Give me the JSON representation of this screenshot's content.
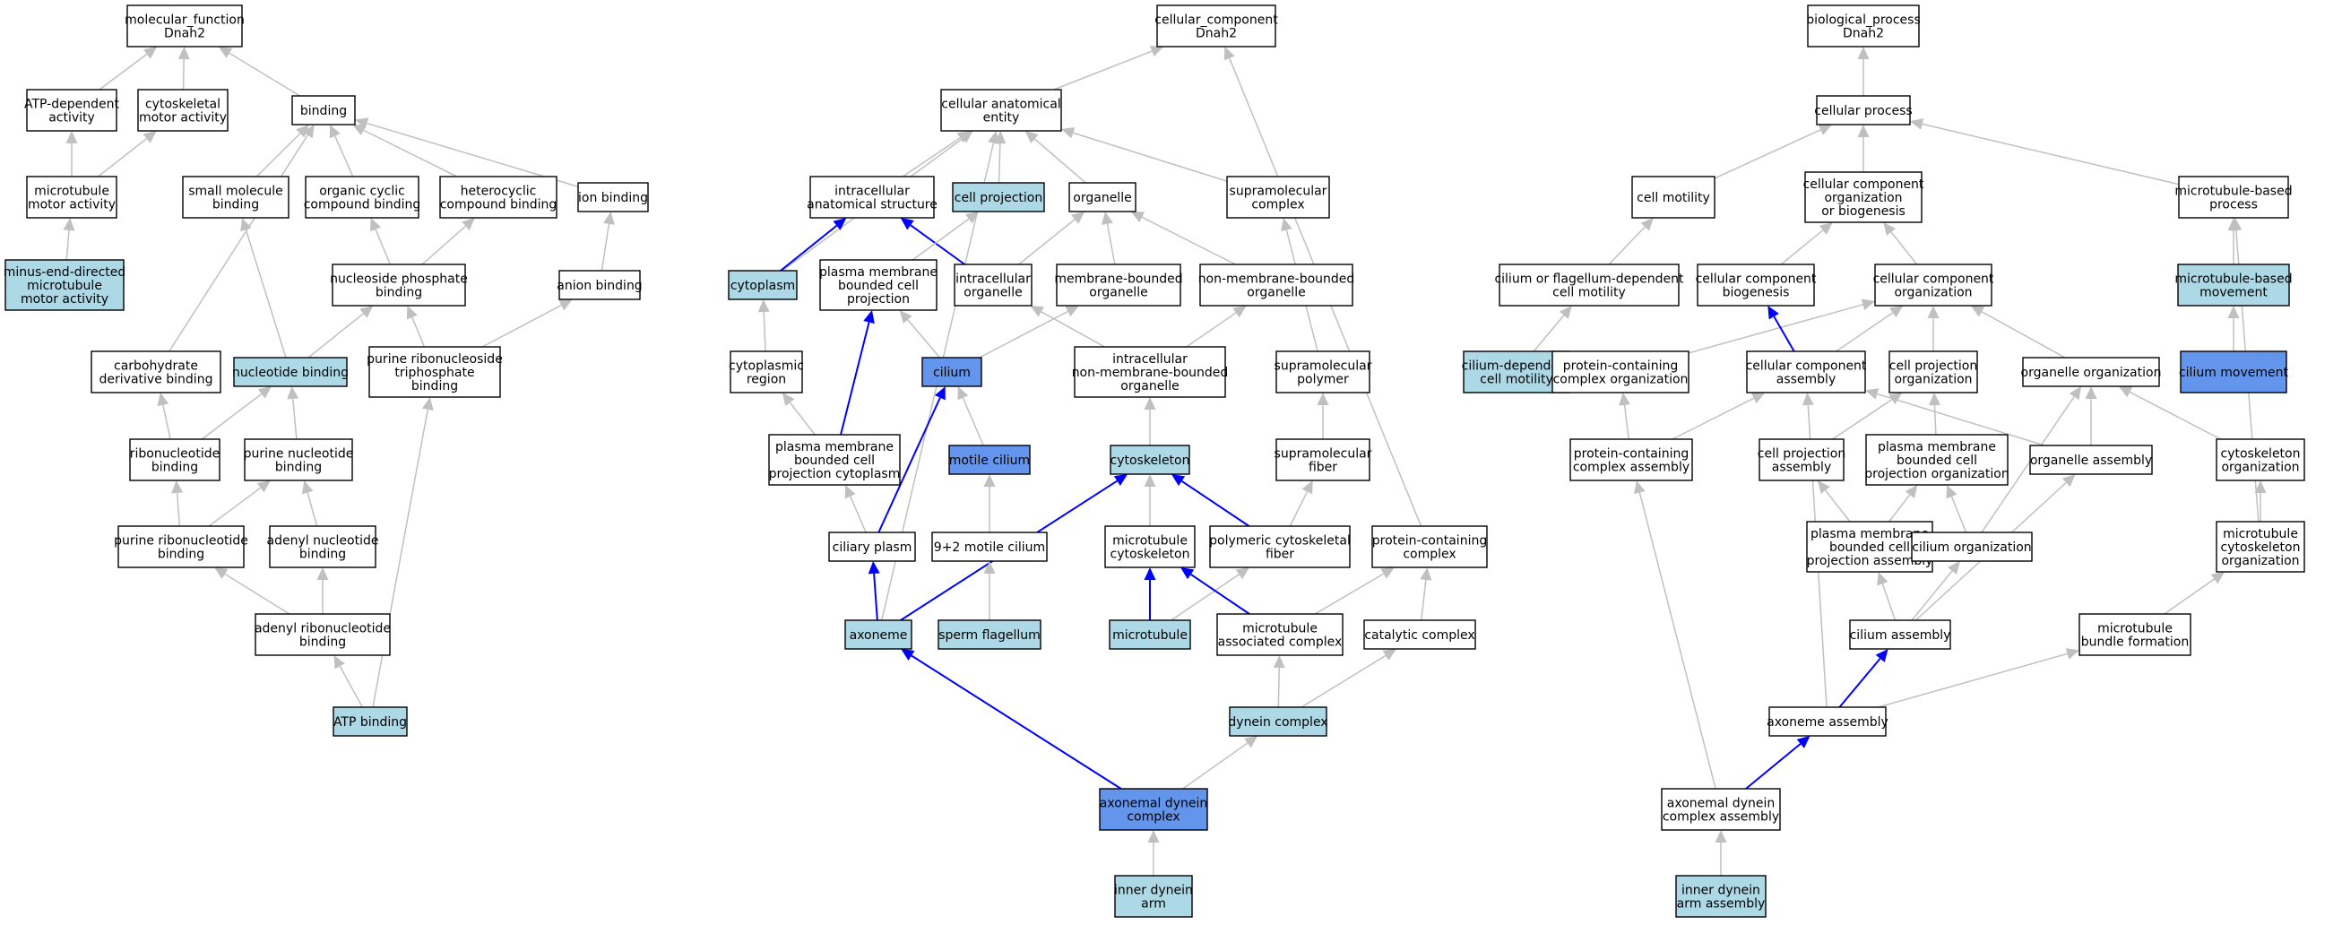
{
  "colors": {
    "plain": "#ffffff",
    "light": "#add8e6",
    "dark": "#6495ed",
    "edge_gray": "#c0c0c0",
    "edge_blue": "#0000ff"
  },
  "nodes": [
    {
      "id": "mf",
      "lines": [
        "molecular_function",
        "Dnah2"
      ],
      "fill": "plain"
    },
    {
      "id": "atpdep",
      "lines": [
        "ATP-dependent",
        "activity"
      ],
      "fill": "plain"
    },
    {
      "id": "cytmotor",
      "lines": [
        "cytoskeletal",
        "motor activity"
      ],
      "fill": "plain"
    },
    {
      "id": "binding",
      "lines": [
        "binding"
      ],
      "fill": "plain"
    },
    {
      "id": "mtmotor",
      "lines": [
        "microtubule",
        "motor activity"
      ],
      "fill": "plain"
    },
    {
      "id": "smallmol",
      "lines": [
        "small molecule",
        "binding"
      ],
      "fill": "plain"
    },
    {
      "id": "orgcyc",
      "lines": [
        "organic cyclic",
        "compound binding"
      ],
      "fill": "plain"
    },
    {
      "id": "hetcyc",
      "lines": [
        "heterocyclic",
        "compound binding"
      ],
      "fill": "plain"
    },
    {
      "id": "ionb",
      "lines": [
        "ion binding"
      ],
      "fill": "plain"
    },
    {
      "id": "minus",
      "lines": [
        "minus-end-directed",
        "microtubule",
        "motor activity"
      ],
      "fill": "light"
    },
    {
      "id": "nucphos",
      "lines": [
        "nucleoside phosphate",
        "binding"
      ],
      "fill": "plain"
    },
    {
      "id": "anion",
      "lines": [
        "anion binding"
      ],
      "fill": "plain"
    },
    {
      "id": "carbo",
      "lines": [
        "carbohydrate",
        "derivative binding"
      ],
      "fill": "plain"
    },
    {
      "id": "nucb",
      "lines": [
        "nucleotide binding"
      ],
      "fill": "light"
    },
    {
      "id": "purtri",
      "lines": [
        "purine ribonucleoside",
        "triphosphate",
        "binding"
      ],
      "fill": "plain"
    },
    {
      "id": "ribonuc",
      "lines": [
        "ribonucleotide",
        "binding"
      ],
      "fill": "plain"
    },
    {
      "id": "purnuc",
      "lines": [
        "purine nucleotide",
        "binding"
      ],
      "fill": "plain"
    },
    {
      "id": "purribo",
      "lines": [
        "purine ribonucleotide",
        "binding"
      ],
      "fill": "plain"
    },
    {
      "id": "adenyl",
      "lines": [
        "adenyl nucleotide",
        "binding"
      ],
      "fill": "plain"
    },
    {
      "id": "adribo",
      "lines": [
        "adenyl ribonucleotide",
        "binding"
      ],
      "fill": "plain"
    },
    {
      "id": "atpb",
      "lines": [
        "ATP binding"
      ],
      "fill": "light"
    },
    {
      "id": "cc",
      "lines": [
        "cellular_component",
        "Dnah2"
      ],
      "fill": "plain"
    },
    {
      "id": "cae",
      "lines": [
        "cellular anatomical",
        "entity"
      ],
      "fill": "plain"
    },
    {
      "id": "ias",
      "lines": [
        "intracellular",
        "anatomical structure"
      ],
      "fill": "plain"
    },
    {
      "id": "cproj",
      "lines": [
        "cell projection"
      ],
      "fill": "light"
    },
    {
      "id": "organelle",
      "lines": [
        "organelle"
      ],
      "fill": "plain"
    },
    {
      "id": "supracx",
      "lines": [
        "supramolecular",
        "complex"
      ],
      "fill": "plain"
    },
    {
      "id": "cytoplasm",
      "lines": [
        "cytoplasm"
      ],
      "fill": "light"
    },
    {
      "id": "pmbcp",
      "lines": [
        "plasma membrane",
        "bounded cell",
        "projection"
      ],
      "fill": "plain"
    },
    {
      "id": "icorg",
      "lines": [
        "intracellular",
        "organelle"
      ],
      "fill": "plain"
    },
    {
      "id": "mborg",
      "lines": [
        "membrane-bounded",
        "organelle"
      ],
      "fill": "plain"
    },
    {
      "id": "nmborg",
      "lines": [
        "non-membrane-bounded",
        "organelle"
      ],
      "fill": "plain"
    },
    {
      "id": "cyreg",
      "lines": [
        "cytoplasmic",
        "region"
      ],
      "fill": "plain"
    },
    {
      "id": "cilium",
      "lines": [
        "cilium"
      ],
      "fill": "dark"
    },
    {
      "id": "icnmb",
      "lines": [
        "intracellular",
        "non-membrane-bounded",
        "organelle"
      ],
      "fill": "plain"
    },
    {
      "id": "supapoly",
      "lines": [
        "supramolecular",
        "polymer"
      ],
      "fill": "plain"
    },
    {
      "id": "pmbcpc",
      "lines": [
        "plasma membrane",
        "bounded cell",
        "projection cytoplasm"
      ],
      "fill": "plain"
    },
    {
      "id": "motile",
      "lines": [
        "motile cilium"
      ],
      "fill": "dark"
    },
    {
      "id": "cytoskel",
      "lines": [
        "cytoskeleton"
      ],
      "fill": "light"
    },
    {
      "id": "supafib",
      "lines": [
        "supramolecular",
        "fiber"
      ],
      "fill": "plain"
    },
    {
      "id": "ciliary",
      "lines": [
        "ciliary plasm"
      ],
      "fill": "plain"
    },
    {
      "id": "ninetwo",
      "lines": [
        "9+2 motile cilium"
      ],
      "fill": "plain"
    },
    {
      "id": "mtcyto",
      "lines": [
        "microtubule",
        "cytoskeleton"
      ],
      "fill": "plain"
    },
    {
      "id": "polycyto",
      "lines": [
        "polymeric cytoskeletal",
        "fiber"
      ],
      "fill": "plain"
    },
    {
      "id": "protcx",
      "lines": [
        "protein-containing",
        "complex"
      ],
      "fill": "plain"
    },
    {
      "id": "axoneme",
      "lines": [
        "axoneme"
      ],
      "fill": "light"
    },
    {
      "id": "sperm",
      "lines": [
        "sperm flagellum"
      ],
      "fill": "light"
    },
    {
      "id": "mt",
      "lines": [
        "microtubule"
      ],
      "fill": "light"
    },
    {
      "id": "mtassoc",
      "lines": [
        "microtubule",
        "associated complex"
      ],
      "fill": "plain"
    },
    {
      "id": "catcx",
      "lines": [
        "catalytic complex"
      ],
      "fill": "plain"
    },
    {
      "id": "dyncx",
      "lines": [
        "dynein complex"
      ],
      "fill": "light"
    },
    {
      "id": "axdyn",
      "lines": [
        "axonemal dynein",
        "complex"
      ],
      "fill": "dark"
    },
    {
      "id": "innerarm",
      "lines": [
        "inner dynein",
        "arm"
      ],
      "fill": "light"
    },
    {
      "id": "bp",
      "lines": [
        "biological_process",
        "Dnah2"
      ],
      "fill": "plain"
    },
    {
      "id": "cellproc",
      "lines": [
        "cellular process"
      ],
      "fill": "plain"
    },
    {
      "id": "motility",
      "lines": [
        "cell motility"
      ],
      "fill": "plain"
    },
    {
      "id": "ccob",
      "lines": [
        "cellular component",
        "organization",
        "or biogenesis"
      ],
      "fill": "plain"
    },
    {
      "id": "mtbased",
      "lines": [
        "microtubule-based",
        "process"
      ],
      "fill": "plain"
    },
    {
      "id": "cflag",
      "lines": [
        "cilium or flagellum-dependent",
        "cell motility"
      ],
      "fill": "plain"
    },
    {
      "id": "ccbio",
      "lines": [
        "cellular component",
        "biogenesis"
      ],
      "fill": "plain"
    },
    {
      "id": "ccorg",
      "lines": [
        "cellular component",
        "organization"
      ],
      "fill": "plain"
    },
    {
      "id": "mtmove",
      "lines": [
        "microtubule-based",
        "movement"
      ],
      "fill": "light"
    },
    {
      "id": "cdep",
      "lines": [
        "cilium-dependent",
        "cell motility"
      ],
      "fill": "light"
    },
    {
      "id": "pcorg",
      "lines": [
        "protein-containing",
        "complex organization"
      ],
      "fill": "plain"
    },
    {
      "id": "ccasm",
      "lines": [
        "cellular component",
        "assembly"
      ],
      "fill": "plain"
    },
    {
      "id": "cporg",
      "lines": [
        "cell projection",
        "organization"
      ],
      "fill": "plain"
    },
    {
      "id": "orgorg",
      "lines": [
        "organelle organization"
      ],
      "fill": "plain"
    },
    {
      "id": "cmove",
      "lines": [
        "cilium movement"
      ],
      "fill": "dark"
    },
    {
      "id": "pcasm",
      "lines": [
        "protein-containing",
        "complex assembly"
      ],
      "fill": "plain"
    },
    {
      "id": "cpasm",
      "lines": [
        "cell projection",
        "assembly"
      ],
      "fill": "plain"
    },
    {
      "id": "pmbcpo",
      "lines": [
        "plasma membrane",
        "bounded cell",
        "projection organization"
      ],
      "fill": "plain"
    },
    {
      "id": "orgasm",
      "lines": [
        "organelle assembly"
      ],
      "fill": "plain"
    },
    {
      "id": "csorg",
      "lines": [
        "cytoskeleton",
        "organization"
      ],
      "fill": "plain"
    },
    {
      "id": "pmbcpa",
      "lines": [
        "plasma membrane",
        "bounded cell",
        "projection assembly"
      ],
      "fill": "plain"
    },
    {
      "id": "cilorg",
      "lines": [
        "cilium organization"
      ],
      "fill": "plain"
    },
    {
      "id": "mtcsorg",
      "lines": [
        "microtubule",
        "cytoskeleton",
        "organization"
      ],
      "fill": "plain"
    },
    {
      "id": "cilasm",
      "lines": [
        "cilium assembly"
      ],
      "fill": "plain"
    },
    {
      "id": "mtbundle",
      "lines": [
        "microtubule",
        "bundle formation"
      ],
      "fill": "plain"
    },
    {
      "id": "axasm",
      "lines": [
        "axoneme assembly"
      ],
      "fill": "plain"
    },
    {
      "id": "axdynasm",
      "lines": [
        "axonemal dynein",
        "complex assembly"
      ],
      "fill": "plain"
    },
    {
      "id": "innerasm",
      "lines": [
        "inner dynein",
        "arm assembly"
      ],
      "fill": "light"
    }
  ],
  "edges": [
    {
      "from": "atpdep",
      "to": "mf"
    },
    {
      "from": "cytmotor",
      "to": "mf"
    },
    {
      "from": "binding",
      "to": "mf"
    },
    {
      "from": "mtmotor",
      "to": "atpdep"
    },
    {
      "from": "mtmotor",
      "to": "cytmotor"
    },
    {
      "from": "minus",
      "to": "mtmotor"
    },
    {
      "from": "smallmol",
      "to": "binding"
    },
    {
      "from": "orgcyc",
      "to": "binding"
    },
    {
      "from": "hetcyc",
      "to": "binding"
    },
    {
      "from": "ionb",
      "to": "binding"
    },
    {
      "from": "carbo",
      "to": "binding"
    },
    {
      "from": "nucphos",
      "to": "orgcyc"
    },
    {
      "from": "nucphos",
      "to": "hetcyc"
    },
    {
      "from": "anion",
      "to": "ionb"
    },
    {
      "from": "nucb",
      "to": "smallmol"
    },
    {
      "from": "nucb",
      "to": "nucphos"
    },
    {
      "from": "purtri",
      "to": "nucphos"
    },
    {
      "from": "purtri",
      "to": "anion"
    },
    {
      "from": "ribonuc",
      "to": "carbo"
    },
    {
      "from": "ribonuc",
      "to": "nucb"
    },
    {
      "from": "purnuc",
      "to": "nucb"
    },
    {
      "from": "purribo",
      "to": "ribonuc"
    },
    {
      "from": "purribo",
      "to": "purnuc"
    },
    {
      "from": "adenyl",
      "to": "purnuc"
    },
    {
      "from": "adribo",
      "to": "purribo"
    },
    {
      "from": "adribo",
      "to": "adenyl"
    },
    {
      "from": "atpb",
      "to": "adribo"
    },
    {
      "from": "atpb",
      "to": "purtri"
    },
    {
      "from": "cae",
      "to": "cc"
    },
    {
      "from": "protcx",
      "to": "cc"
    },
    {
      "from": "ias",
      "to": "cae"
    },
    {
      "from": "cproj",
      "to": "cae"
    },
    {
      "from": "organelle",
      "to": "cae"
    },
    {
      "from": "supracx",
      "to": "cae"
    },
    {
      "from": "cytoplasm",
      "to": "cae"
    },
    {
      "from": "axoneme",
      "to": "cae"
    },
    {
      "from": "cytoplasm",
      "to": "ias",
      "blue": true
    },
    {
      "from": "icorg",
      "to": "ias",
      "blue": true
    },
    {
      "from": "pmbcp",
      "to": "cproj"
    },
    {
      "from": "icorg",
      "to": "organelle"
    },
    {
      "from": "mborg",
      "to": "organelle"
    },
    {
      "from": "nmborg",
      "to": "organelle"
    },
    {
      "from": "cyreg",
      "to": "cytoplasm"
    },
    {
      "from": "pmbcpc",
      "to": "cyreg"
    },
    {
      "from": "cilium",
      "to": "pmbcp"
    },
    {
      "from": "cilium",
      "to": "mborg"
    },
    {
      "from": "pmbcpc",
      "to": "pmbcp",
      "blue": true
    },
    {
      "from": "icnmb",
      "to": "icorg"
    },
    {
      "from": "icnmb",
      "to": "nmborg"
    },
    {
      "from": "supapoly",
      "to": "supracx"
    },
    {
      "from": "motile",
      "to": "cilium"
    },
    {
      "from": "cytoskel",
      "to": "icnmb"
    },
    {
      "from": "supafib",
      "to": "supapoly"
    },
    {
      "from": "ciliary",
      "to": "pmbcpc"
    },
    {
      "from": "ciliary",
      "to": "cilium",
      "blue": true
    },
    {
      "from": "ninetwo",
      "to": "motile"
    },
    {
      "from": "polycyto",
      "to": "supafib"
    },
    {
      "from": "polycyto",
      "to": "cytoskel",
      "blue": true
    },
    {
      "from": "mtcyto",
      "to": "cytoskel"
    },
    {
      "from": "axoneme",
      "to": "ciliary",
      "blue": true
    },
    {
      "from": "axoneme",
      "to": "cytoskel",
      "blue": true
    },
    {
      "from": "sperm",
      "to": "ninetwo"
    },
    {
      "from": "mt",
      "to": "mtcyto",
      "blue": true
    },
    {
      "from": "mt",
      "to": "polycyto"
    },
    {
      "from": "mtassoc",
      "to": "mtcyto",
      "blue": true
    },
    {
      "from": "mtassoc",
      "to": "protcx"
    },
    {
      "from": "catcx",
      "to": "protcx"
    },
    {
      "from": "dyncx",
      "to": "mtassoc"
    },
    {
      "from": "dyncx",
      "to": "catcx"
    },
    {
      "from": "axdyn",
      "to": "dyncx"
    },
    {
      "from": "axdyn",
      "to": "axoneme",
      "blue": true
    },
    {
      "from": "innerarm",
      "to": "axdyn"
    },
    {
      "from": "cellproc",
      "to": "bp"
    },
    {
      "from": "motility",
      "to": "cellproc"
    },
    {
      "from": "ccob",
      "to": "cellproc"
    },
    {
      "from": "mtbased",
      "to": "cellproc"
    },
    {
      "from": "cflag",
      "to": "motility"
    },
    {
      "from": "ccbio",
      "to": "ccob"
    },
    {
      "from": "ccorg",
      "to": "ccob"
    },
    {
      "from": "mtmove",
      "to": "mtbased"
    },
    {
      "from": "cdep",
      "to": "cflag"
    },
    {
      "from": "cmove",
      "to": "mtmove"
    },
    {
      "from": "pcorg",
      "to": "ccorg"
    },
    {
      "from": "ccasm",
      "to": "ccbio",
      "blue": true
    },
    {
      "from": "ccasm",
      "to": "ccorg"
    },
    {
      "from": "cporg",
      "to": "ccorg"
    },
    {
      "from": "orgorg",
      "to": "ccorg"
    },
    {
      "from": "pcasm",
      "to": "pcorg"
    },
    {
      "from": "pcasm",
      "to": "ccasm"
    },
    {
      "from": "cpasm",
      "to": "cporg"
    },
    {
      "from": "pmbcpo",
      "to": "cporg"
    },
    {
      "from": "orgasm",
      "to": "ccasm"
    },
    {
      "from": "orgasm",
      "to": "orgorg"
    },
    {
      "from": "csorg",
      "to": "orgorg"
    },
    {
      "from": "pmbcpa",
      "to": "cpasm"
    },
    {
      "from": "pmbcpa",
      "to": "pmbcpo"
    },
    {
      "from": "cilorg",
      "to": "pmbcpo"
    },
    {
      "from": "cilorg",
      "to": "orgorg"
    },
    {
      "from": "mtcsorg",
      "to": "csorg"
    },
    {
      "from": "mtcsorg",
      "to": "mtbased"
    },
    {
      "from": "cilasm",
      "to": "pmbcpa"
    },
    {
      "from": "cilasm",
      "to": "cilorg"
    },
    {
      "from": "cilasm",
      "to": "orgasm"
    },
    {
      "from": "mtbundle",
      "to": "mtcsorg"
    },
    {
      "from": "axasm",
      "to": "cilasm",
      "blue": true
    },
    {
      "from": "axasm",
      "to": "mtbundle"
    },
    {
      "from": "axasm",
      "to": "ccasm"
    },
    {
      "from": "axdynasm",
      "to": "axasm",
      "blue": true
    },
    {
      "from": "axdynasm",
      "to": "pcasm"
    },
    {
      "from": "innerasm",
      "to": "axdynasm"
    }
  ]
}
